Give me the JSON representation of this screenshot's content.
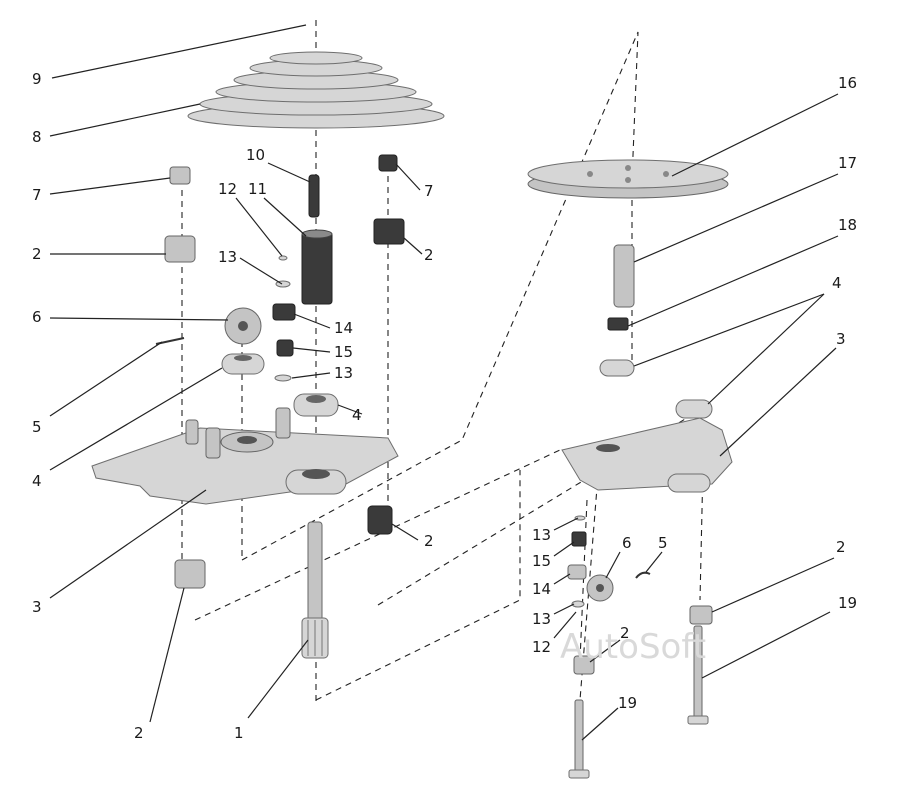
{
  "watermark": "AutoSoft",
  "callouts": [
    {
      "id": "c9",
      "text": "9"
    },
    {
      "id": "c8",
      "text": "8"
    },
    {
      "id": "c7a",
      "text": "7"
    },
    {
      "id": "c2a",
      "text": "2"
    },
    {
      "id": "c10",
      "text": "10"
    },
    {
      "id": "c12a",
      "text": "12"
    },
    {
      "id": "c11",
      "text": "11"
    },
    {
      "id": "c13a",
      "text": "13"
    },
    {
      "id": "c7b",
      "text": "7"
    },
    {
      "id": "c2b",
      "text": "2"
    },
    {
      "id": "c6a",
      "text": "6"
    },
    {
      "id": "c14a",
      "text": "14"
    },
    {
      "id": "c15a",
      "text": "15"
    },
    {
      "id": "c13b",
      "text": "13"
    },
    {
      "id": "c5a",
      "text": "5"
    },
    {
      "id": "c4a",
      "text": "4"
    },
    {
      "id": "c4b",
      "text": "4"
    },
    {
      "id": "c3a",
      "text": "3"
    },
    {
      "id": "c2c",
      "text": "2"
    },
    {
      "id": "c2d",
      "text": "2"
    },
    {
      "id": "c1",
      "text": "1"
    },
    {
      "id": "c16",
      "text": "16"
    },
    {
      "id": "c17",
      "text": "17"
    },
    {
      "id": "c18",
      "text": "18"
    },
    {
      "id": "c4c",
      "text": "4"
    },
    {
      "id": "c3b",
      "text": "3"
    },
    {
      "id": "c13c",
      "text": "13"
    },
    {
      "id": "c15b",
      "text": "15"
    },
    {
      "id": "c6b",
      "text": "6"
    },
    {
      "id": "c5b",
      "text": "5"
    },
    {
      "id": "c14b",
      "text": "14"
    },
    {
      "id": "c13d",
      "text": "13"
    },
    {
      "id": "c12b",
      "text": "12"
    },
    {
      "id": "c2e",
      "text": "2"
    },
    {
      "id": "c2f",
      "text": "2"
    },
    {
      "id": "c19a",
      "text": "19"
    },
    {
      "id": "c19b",
      "text": "19"
    }
  ]
}
